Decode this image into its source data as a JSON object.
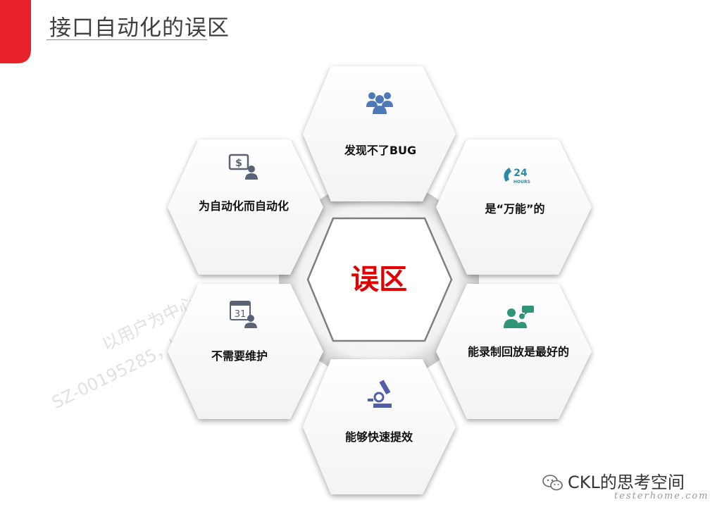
{
  "slide": {
    "title": "接口自动化的误区",
    "accent_color": "#e8212b"
  },
  "center": {
    "label": "误区",
    "color": "#e00000"
  },
  "items": [
    {
      "label": "发现不了BUG",
      "icon": "team-group-icon",
      "icon_color": "#4e79b8"
    },
    {
      "label": "是“万能”的",
      "icon": "phone-24-hours-icon",
      "icon_color": "#2a8aa6"
    },
    {
      "label": "能录制回放是最好的",
      "icon": "chat-people-icon",
      "icon_color": "#2f9579"
    },
    {
      "label": "能够快速提效",
      "icon": "microscope-icon",
      "icon_color": "#5060a8"
    },
    {
      "label": "不需要维护",
      "icon": "calendar-person-icon",
      "icon_color": "#5a6278"
    },
    {
      "label": "为自动化而自动化",
      "icon": "money-screen-person-icon",
      "icon_color": "#5a6278"
    }
  ],
  "watermark": {
    "line1": "以用户为中心",
    "line2": "SZ-00195285，kunlong.chen"
  },
  "footer": {
    "brand": "CKL的思考空间",
    "site": "testerhome.com"
  }
}
